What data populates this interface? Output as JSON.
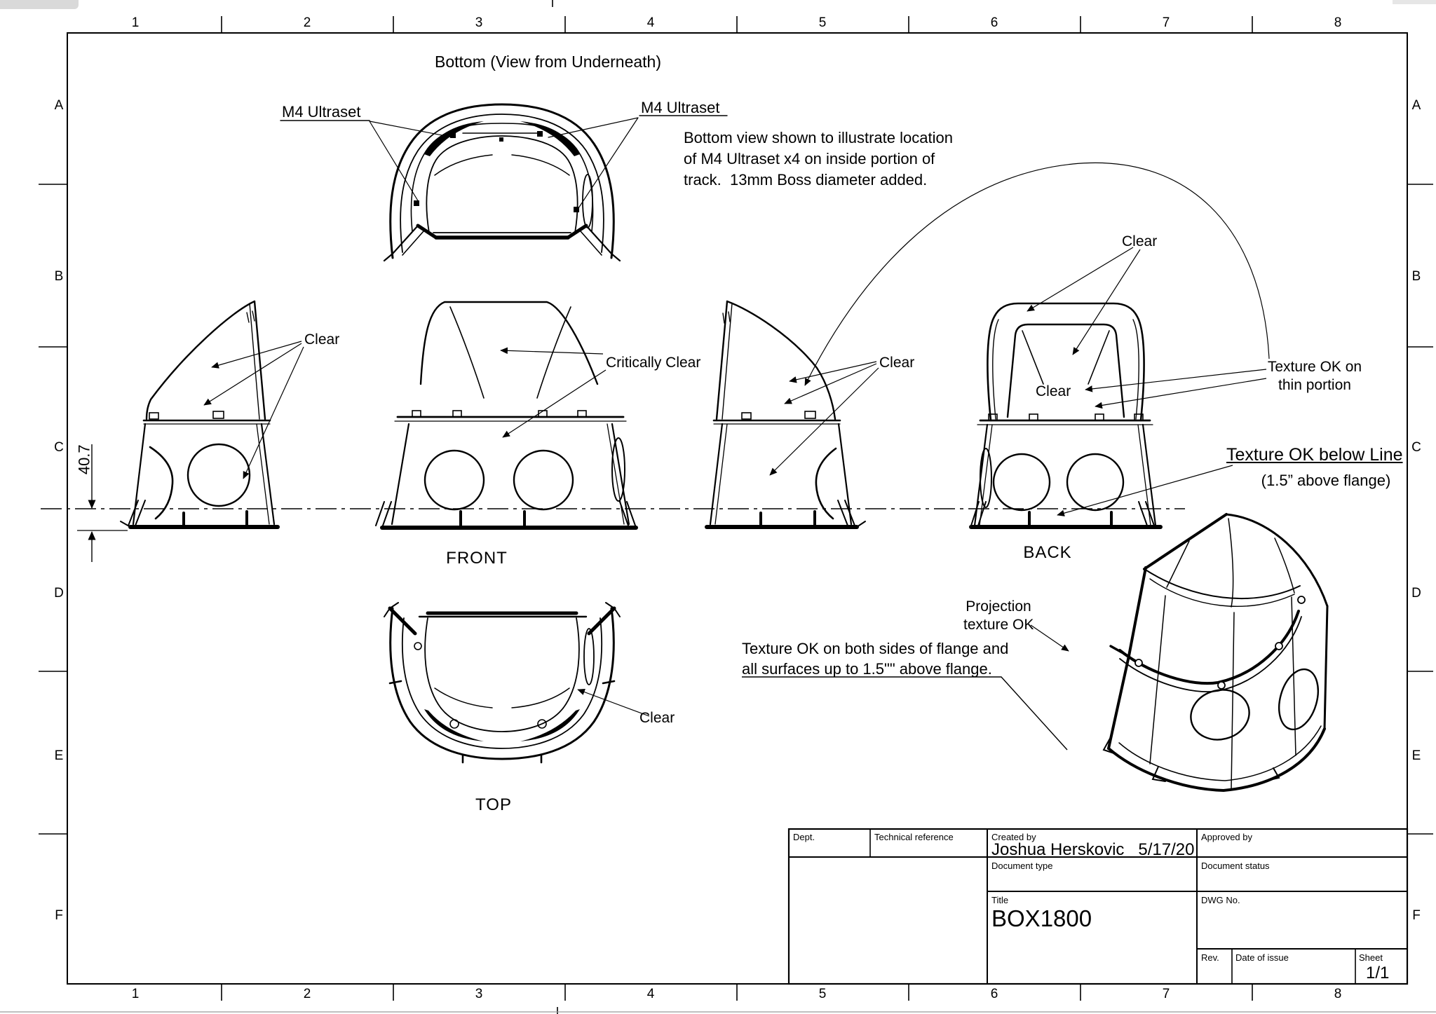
{
  "sheet": {
    "grid_cols": [
      "1",
      "2",
      "3",
      "4",
      "5",
      "6",
      "7",
      "8"
    ],
    "grid_rows": [
      "A",
      "B",
      "C",
      "D",
      "E",
      "F"
    ]
  },
  "annotations": {
    "bottom_view_title": "Bottom (View from Underneath)",
    "m4_ultraset": "M4 Ultraset",
    "note_line1": "Bottom view shown to illustrate location",
    "note_line2": "of M4 Ultraset x4 on inside portion of",
    "note_line3": "track.  13mm Boss diameter added.",
    "clear": "Clear",
    "critically_clear": "Critically Clear",
    "texture_thin_line1": "Texture OK on",
    "texture_thin_line2": "thin portion",
    "texture_below_title": "Texture OK below Line",
    "texture_below_sub": "(1.5” above flange)",
    "texture_flange_line1": "Texture OK on both sides of flange and",
    "texture_flange_line2": "all surfaces up to 1.5\"\" above flange.",
    "projection_line1": "Projection",
    "projection_line2": "texture OK",
    "dim_height": "40.7",
    "view_front": "FRONT",
    "view_back": "BACK",
    "view_top": "TOP"
  },
  "title_block": {
    "dept_label": "Dept.",
    "technical_reference_label": "Technical reference",
    "created_by_label": "Created by",
    "created_by_value": "Joshua Herskovic   5/17/20",
    "approved_by_label": "Approved by",
    "document_type_label": "Document type",
    "document_status_label": "Document status",
    "title_label": "Title",
    "title_value": "BOX1800",
    "dwg_no_label": "DWG No.",
    "rev_label": "Rev.",
    "date_of_issue_label": "Date of issue",
    "sheet_label": "Sheet",
    "sheet_value": "1/1"
  }
}
